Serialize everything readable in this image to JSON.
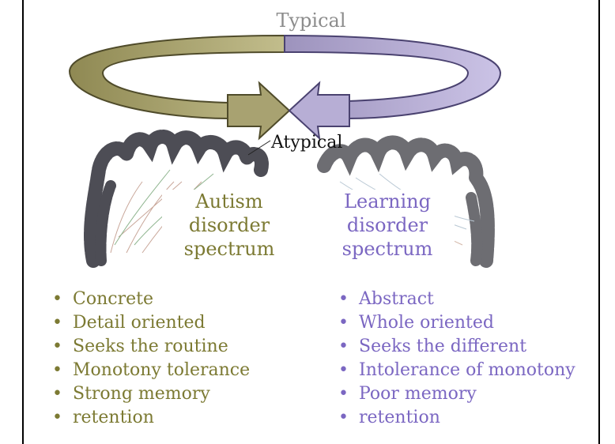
{
  "top_label": "Typical",
  "center_label": "Atypical",
  "left_panel": {
    "label_lines": [
      "Autism",
      "disorder",
      "spectrum"
    ],
    "items": [
      "Concrete",
      "Detail oriented",
      "Seeks the routine",
      "Monotony tolerance",
      "Strong memory",
      "retention"
    ],
    "color": "#7c7a33",
    "arrow_color": "#a8a271"
  },
  "right_panel": {
    "label_lines": [
      "Learning",
      "disorder",
      "spectrum"
    ],
    "items": [
      "Abstract",
      "Whole oriented",
      "Seeks the different",
      "Intolerance of monotony",
      "Poor memory",
      "retention"
    ],
    "color": "#7b67c2",
    "arrow_color": "#b7aed5"
  }
}
